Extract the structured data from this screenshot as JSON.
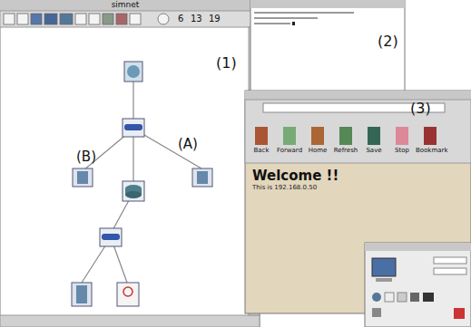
{
  "diagram": {
    "nodes": [
      {
        "text": [
          "simnet"
        ]
      },
      {
        "text": [
          "Welcome !!",
          "This is 192.168.0.50"
        ]
      }
    ],
    "labels": [
      "(1)",
      "(2)",
      "(3)",
      "(A)",
      "(B)",
      "6",
      "13",
      "19",
      "Back",
      "Forward",
      "Home",
      "Refresh",
      "Save",
      "Stop",
      "Bookmark"
    ]
  }
}
